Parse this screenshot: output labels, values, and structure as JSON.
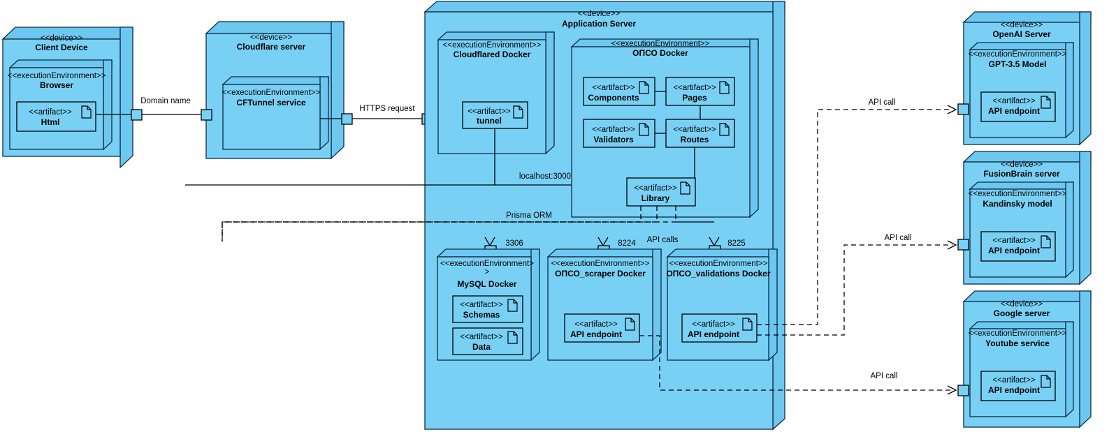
{
  "diagram": {
    "type": "UML deployment diagram",
    "colors": {
      "node_fill": "#79d0f5",
      "node_fill_3d": "#6cc8f0",
      "stroke": "#000000",
      "background": "#ffffff"
    },
    "stereotypes": {
      "device": "<<device>>",
      "execution_environment": "<<executionEnvironment>>",
      "execution_environment_wrap_a": "<<executionEnvironment>",
      "execution_environment_wrap_b": ">",
      "artifact": "<<artifact>>"
    }
  },
  "nodes": {
    "client_device": {
      "stereotype": "<<device>>",
      "name": "Client Device",
      "env": {
        "stereotype": "<<executionEnvironment>>",
        "name": "Browser"
      },
      "artifact": {
        "stereotype": "<<artifact>>",
        "name": "Html"
      }
    },
    "cloudflare_server": {
      "stereotype": "<<device>>",
      "name": "Cloudflare server",
      "env": {
        "stereotype": "<<executionEnvironment>>",
        "name": "CFTunnel service"
      }
    },
    "application_server": {
      "stereotype": "<<device>>",
      "name": "Application Server",
      "cloudflared_docker": {
        "stereotype": "<<executionEnvironment>>",
        "name": "Cloudflared Docker",
        "artifact": {
          "stereotype": "<<artifact>>",
          "name": "tunnel"
        }
      },
      "opco_docker": {
        "stereotype": "<<executionEnvironment>>",
        "name": "ОПСО Docker",
        "artifacts": [
          {
            "stereotype": "<<artifact>>",
            "name": "Components"
          },
          {
            "stereotype": "<<artifact>>",
            "name": "Pages"
          },
          {
            "stereotype": "<<artifact>>",
            "name": "Validators"
          },
          {
            "stereotype": "<<artifact>>",
            "name": "Routes"
          },
          {
            "stereotype": "<<artifact>>",
            "name": "Library"
          }
        ]
      },
      "mysql_docker": {
        "stereotype_line1": "<<executionEnvironment>",
        "stereotype_line2": ">",
        "name": "MySQL Docker",
        "artifacts": [
          {
            "stereotype": "<<artifact>>",
            "name": "Schemas"
          },
          {
            "stereotype": "<<artifact>>",
            "name": "Data"
          }
        ]
      },
      "scraper_docker": {
        "stereotype": "<<executionEnvironment>>",
        "name": "ОПСО_scraper Docker",
        "artifact": {
          "stereotype": "<<artifact>>",
          "name": "API endpoint"
        }
      },
      "validations_docker": {
        "stereotype": "<<executionEnvironment>>",
        "name": "ОПСО_validations Docker",
        "artifact": {
          "stereotype": "<<artifact>>",
          "name": "API endpoint"
        }
      }
    },
    "openai_server": {
      "stereotype": "<<device>>",
      "name": "OpenAI Server",
      "env": {
        "stereotype": "<<executionEnvironment>>",
        "name": "GPT-3.5 Model"
      },
      "artifact": {
        "stereotype": "<<artifact>>",
        "name": "API endpoint"
      }
    },
    "fusionbrain_server": {
      "stereotype": "<<device>>",
      "name": "FusionBrain server",
      "env": {
        "stereotype": "<<executionEnvironment>>",
        "name": "Kandinsky model"
      },
      "artifact": {
        "stereotype": "<<artifact>>",
        "name": "API endpoint"
      }
    },
    "google_server": {
      "stereotype": "<<device>>",
      "name": "Google server",
      "env": {
        "stereotype": "<<executionEnvironment>>",
        "name": "Youtube service"
      },
      "artifact": {
        "stereotype": "<<artifact>>",
        "name": "API endpoint"
      }
    }
  },
  "connections": [
    {
      "id": "domain-name",
      "label": "Domain name",
      "style": "solid",
      "from": "client_device",
      "to": "cloudflare_server"
    },
    {
      "id": "https-request",
      "label": "HTTPS request",
      "style": "solid",
      "from": "cloudflare_server",
      "to": "application_server"
    },
    {
      "id": "localhost-3000",
      "label": "localhost:3000",
      "style": "solid",
      "from": "tunnel",
      "to": "opco_docker"
    },
    {
      "id": "prisma-orm",
      "label": "Prisma ORM",
      "style": "dashed",
      "from": "library",
      "to": "mysql_docker"
    },
    {
      "id": "api-calls",
      "label": "API calls",
      "style": "dashed",
      "from": "library",
      "to": "scraper_and_validations"
    },
    {
      "id": "port-3306",
      "label": "3306",
      "style": "port",
      "on": "mysql_docker"
    },
    {
      "id": "port-8224",
      "label": "8224",
      "style": "port",
      "on": "scraper_docker"
    },
    {
      "id": "port-8225",
      "label": "8225",
      "style": "port",
      "on": "validations_docker"
    },
    {
      "id": "api-call-openai",
      "label": "API call",
      "style": "dashed",
      "from": "validations_docker",
      "to": "openai_server"
    },
    {
      "id": "api-call-fusionbrain",
      "label": "API call",
      "style": "dashed",
      "from": "validations_docker",
      "to": "fusionbrain_server"
    },
    {
      "id": "api-call-google",
      "label": "API call",
      "style": "dashed",
      "from": "scraper_docker",
      "to": "google_server"
    }
  ]
}
